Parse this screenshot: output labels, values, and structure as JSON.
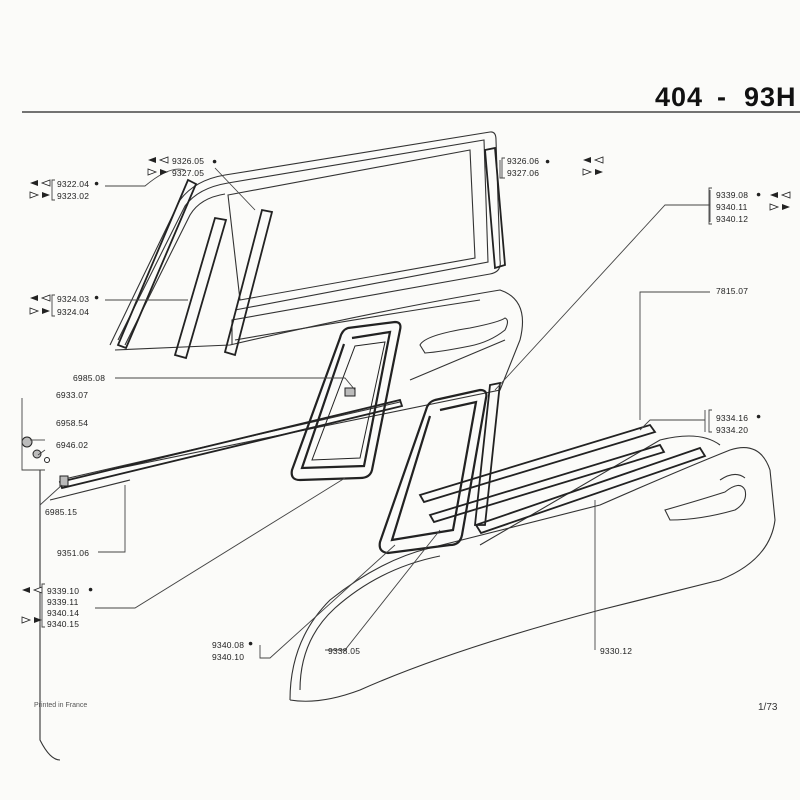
{
  "header": {
    "model": "404",
    "dash": "-",
    "section": "93H"
  },
  "footer": {
    "printed": "Printed in France",
    "page": "1/73"
  },
  "parts": {
    "p9326_05": "9326.05",
    "p9327_05": "9327.05",
    "p9322_04": "9322.04",
    "p9323_02": "9323.02",
    "p9326_06": "9326.06",
    "p9327_06": "9327.06",
    "p9339_08": "9339.08",
    "p9340_11": "9340.11",
    "p9340_12": "9340.12",
    "p9324_03": "9324.03",
    "p9324_04": "9324.04",
    "p7815_07": "7815.07",
    "p6985_08": "6985.08",
    "p6933_07": "6933.07",
    "p6958_54": "6958.54",
    "p6946_02": "6946.02",
    "p9334_16": "9334.16",
    "p9334_20": "9334.20",
    "p6985_15": "6985.15",
    "p9351_06": "9351.06",
    "p9339_10": "9339.10",
    "p9339_11": "9339.11",
    "p9340_14": "9340.14",
    "p9340_15": "9340.15",
    "p9340_08": "9340.08",
    "p9340_10": "9340.10",
    "p9338_05": "9338.05",
    "p9330_12": "9330.12"
  }
}
